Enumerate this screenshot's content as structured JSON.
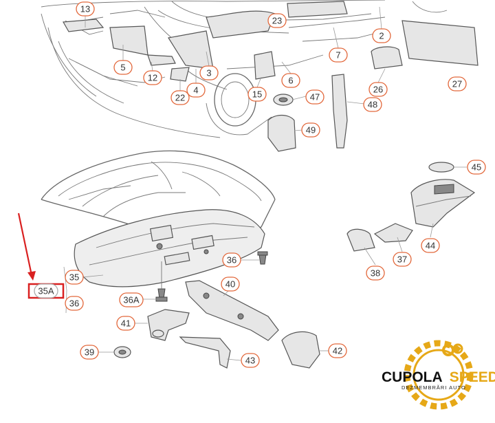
{
  "diagram": {
    "parts": [
      {
        "id": "p13",
        "label": "13"
      },
      {
        "id": "p5",
        "label": "5"
      },
      {
        "id": "p12",
        "label": "12"
      },
      {
        "id": "p22",
        "label": "22"
      },
      {
        "id": "p4",
        "label": "4"
      },
      {
        "id": "p3",
        "label": "3"
      },
      {
        "id": "p23",
        "label": "23"
      },
      {
        "id": "p15",
        "label": "15"
      },
      {
        "id": "p6",
        "label": "6"
      },
      {
        "id": "p7",
        "label": "7"
      },
      {
        "id": "p2",
        "label": "2"
      },
      {
        "id": "p26",
        "label": "26"
      },
      {
        "id": "p27",
        "label": "27"
      },
      {
        "id": "p47",
        "label": "47"
      },
      {
        "id": "p48",
        "label": "48"
      },
      {
        "id": "p49",
        "label": "49"
      },
      {
        "id": "p45",
        "label": "45"
      },
      {
        "id": "p44",
        "label": "44"
      },
      {
        "id": "p37",
        "label": "37"
      },
      {
        "id": "p38",
        "label": "38"
      },
      {
        "id": "p36",
        "label": "36"
      },
      {
        "id": "p35",
        "label": "35"
      },
      {
        "id": "p35A",
        "label": "35A"
      },
      {
        "id": "p36b",
        "label": "36"
      },
      {
        "id": "p36A",
        "label": "36A"
      },
      {
        "id": "p40",
        "label": "40"
      },
      {
        "id": "p41",
        "label": "41"
      },
      {
        "id": "p39",
        "label": "39"
      },
      {
        "id": "p43",
        "label": "43"
      },
      {
        "id": "p42",
        "label": "42"
      }
    ],
    "highlighted": "35A"
  },
  "watermark": {
    "brand_part1": "CUPOLA",
    "brand_part2": "SPEED",
    "tagline": "DEZMEMBRĂRI AUTO"
  },
  "colors": {
    "label_circle": "#e2673a",
    "highlight": "#d92020",
    "brand_yellow": "#e6a817",
    "brand_black": "#111111"
  }
}
